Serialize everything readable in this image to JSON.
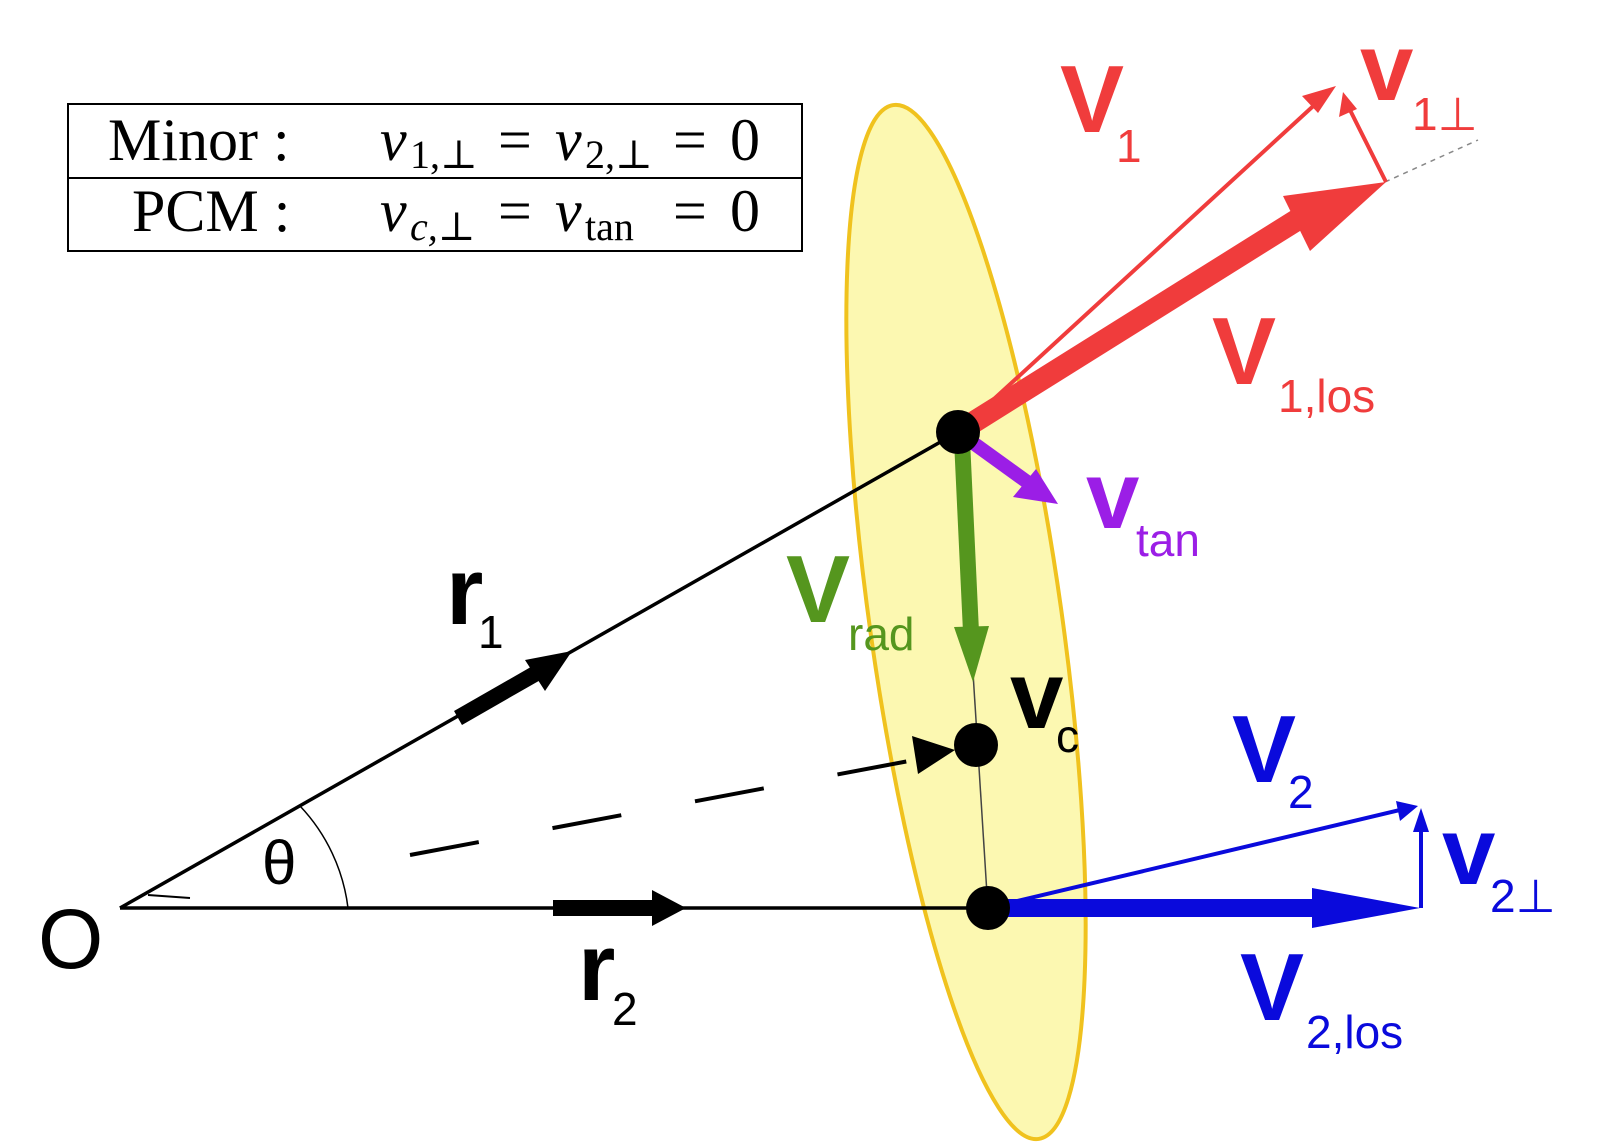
{
  "legend": {
    "row1_name": "Minor :",
    "row1_v1": "v",
    "row1_v1_sub": "1,⊥",
    "row1_eq1": "=",
    "row1_v2": "v",
    "row1_v2_sub": "2,⊥",
    "row1_eq2": "=",
    "row1_zero": "0",
    "row2_name": "PCM :",
    "row2_vc": "v",
    "row2_vc_sub": "c,⊥",
    "row2_eq1": "=",
    "row2_vt": "v",
    "row2_vt_sub": "tan",
    "row2_eq2": "=",
    "row2_zero": "0"
  },
  "labels": {
    "origin": "O",
    "theta": "θ",
    "r1_main": "r",
    "r1_sub": "1",
    "r2_main": "r",
    "r2_sub": "2",
    "V1_main": "V",
    "V1_sub": "1",
    "v1perp_main": "v",
    "v1perp_sub": "1⊥",
    "V1los_main": "V",
    "V1los_sub": "1,los",
    "vtan_main": "v",
    "vtan_sub": "tan",
    "Vrad_main": "V",
    "Vrad_sub": "rad",
    "vc_main": "v",
    "vc_sub": "c",
    "V2_main": "V",
    "V2_sub": "2",
    "v2perp_main": "v",
    "v2perp_sub": "2⊥",
    "V2los_main": "V",
    "V2los_sub": "2,los"
  },
  "colors": {
    "red": "#f03c3c",
    "blue": "#0a0adc",
    "green": "#55961e",
    "purple": "#9b1ee6",
    "ellipse_fill": "#fcf7a8",
    "ellipse_stroke": "#f0c21e",
    "black": "#000000"
  }
}
